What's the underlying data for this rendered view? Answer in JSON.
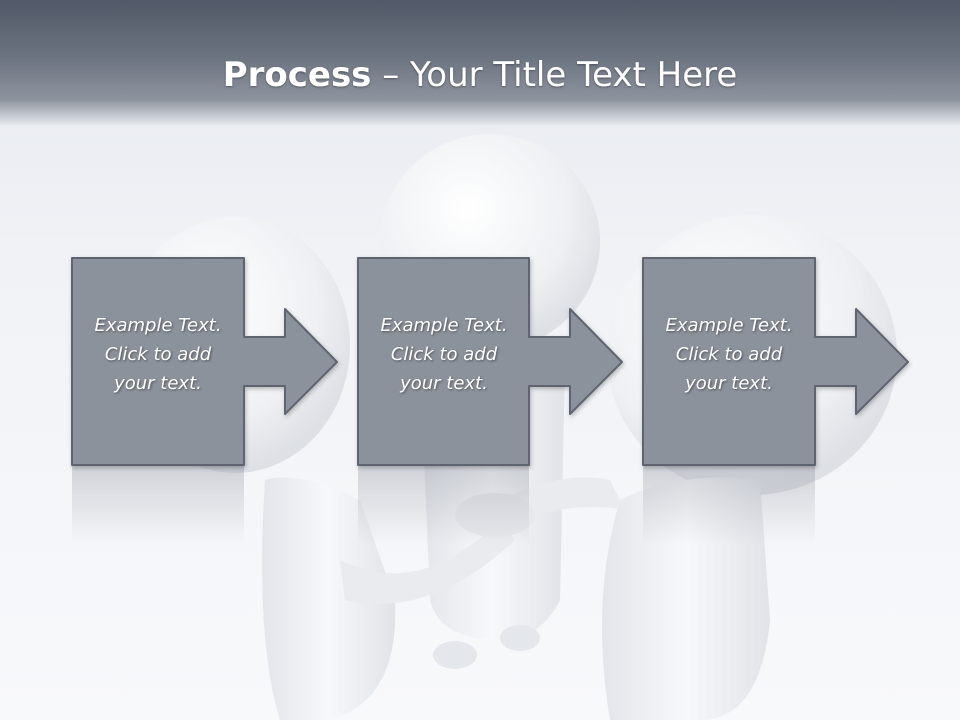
{
  "slide": {
    "title_bold": "Process",
    "title_rest": " – Your Title Text Here",
    "colors": {
      "box_fill": "#8c929c",
      "box_stroke": "#5f6570",
      "title_bar_top": "#515968",
      "background": "#f0f2f6"
    }
  },
  "steps": [
    {
      "line1": "Example Text.",
      "line2": "Click  to add",
      "line3": "your text."
    },
    {
      "line1": "Example Text.",
      "line2": "Click  to add",
      "line3": "your text."
    },
    {
      "line1": "Example Text.",
      "line2": "Click  to add",
      "line3": "your text."
    }
  ]
}
